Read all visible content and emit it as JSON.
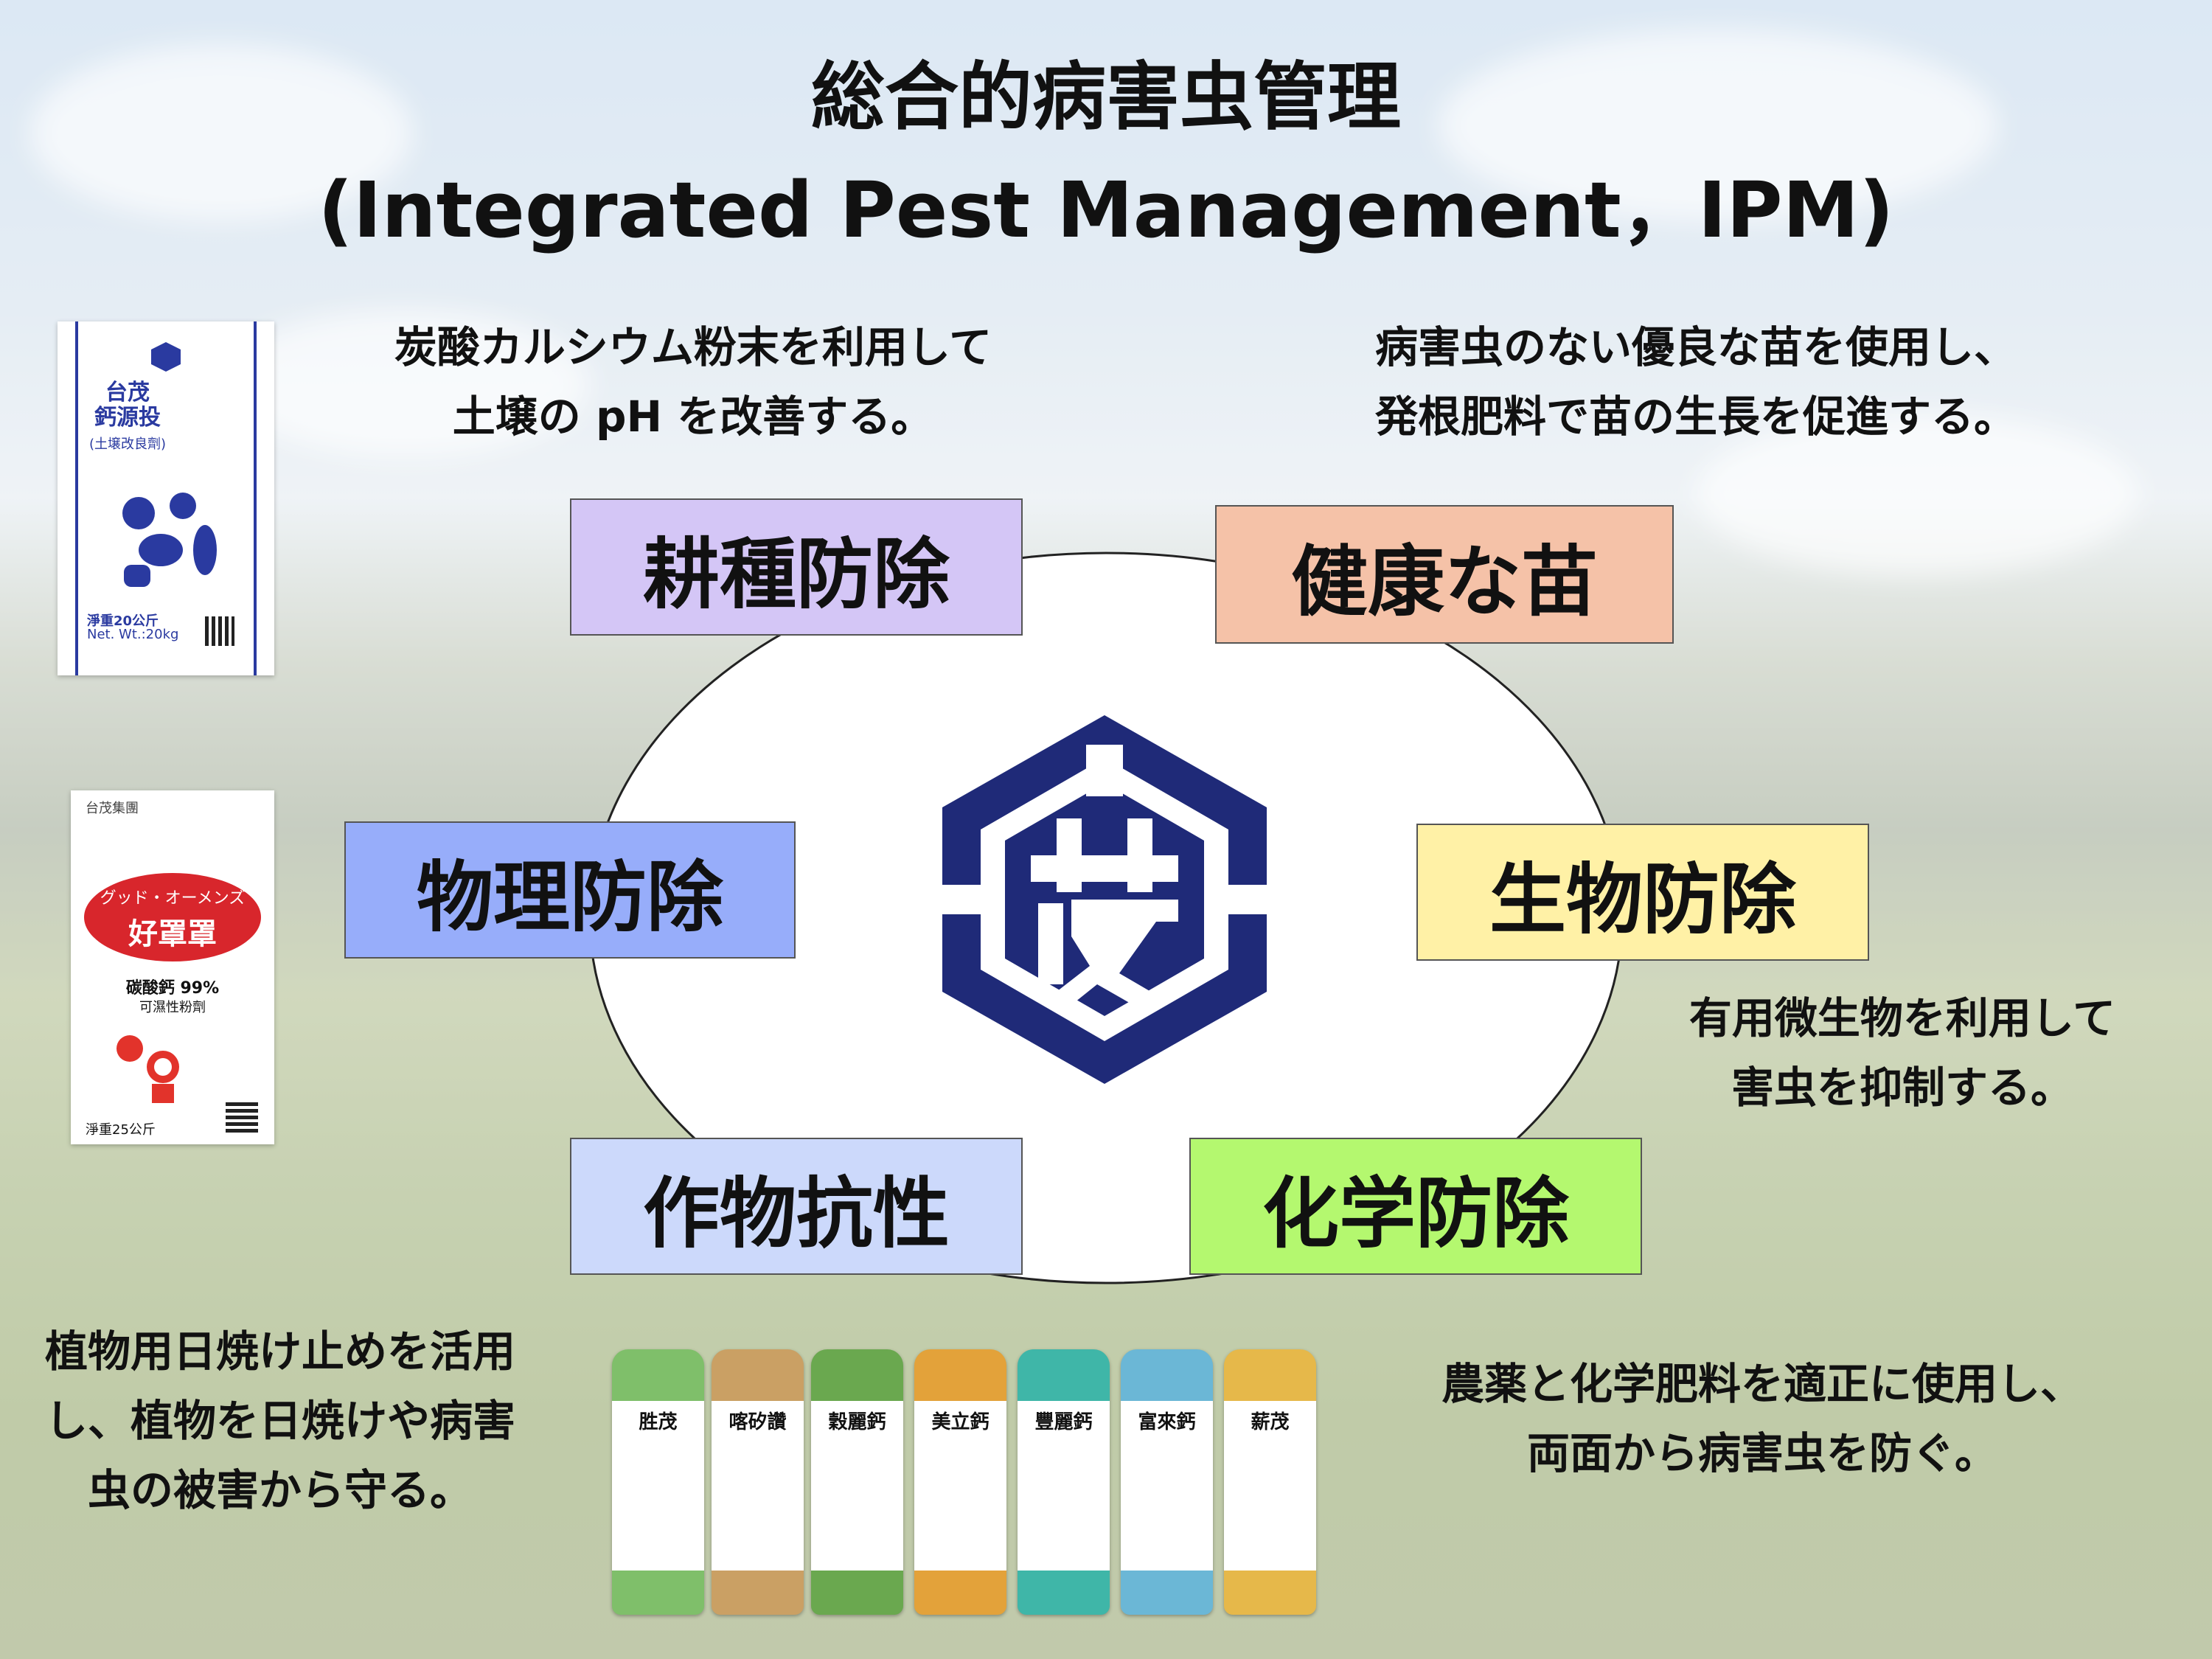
{
  "title": {
    "line1": "総合的病害虫管理",
    "line2": "(Integrated Pest Management，IPM)"
  },
  "captions": {
    "top_left": [
      "炭酸カルシウム粉末を利用して",
      "土壌の pH を改善する。"
    ],
    "top_right": [
      "病害虫のない優良な苗を使用し、",
      "発根肥料で苗の生長を促進する。"
    ],
    "mid_right": [
      "有用微生物を利用して",
      "害虫を抑制する。"
    ],
    "bottom_left": [
      "植物用日焼け止めを活用",
      "し、植物を日焼けや病害",
      "虫の被害から守る。"
    ],
    "bottom_right": [
      "農薬と化学肥料を適正に使用し、",
      "両面から病害虫を防ぐ。"
    ]
  },
  "boxes": [
    {
      "label": "耕種防除",
      "color": "#d4c6f6"
    },
    {
      "label": "健康な苗",
      "color": "#f5c2a8"
    },
    {
      "label": "物理防除",
      "color": "#97adfa"
    },
    {
      "label": "生物防除",
      "color": "#fff1a6"
    },
    {
      "label": "作物抗性",
      "color": "#ccd9fb"
    },
    {
      "label": "化学防除",
      "color": "#b4f86f"
    }
  ],
  "logo": {
    "color": "#1f2a78"
  },
  "products": {
    "bag1": {
      "brand": "台茂",
      "name": "鈣源投",
      "sub": "(土壌改良劑)",
      "vert": "台茂鈣源投(土壌改良劑)",
      "net": "淨重20公斤",
      "net_en": "Net. Wt.:20kg"
    },
    "bag2": {
      "group": "台茂集團",
      "name_kana": "グッド・オーメンズ",
      "name": "好罩罩",
      "content": "碳酸鈣 99%",
      "form": "可濕性粉劑",
      "net": "淨重25公斤"
    },
    "bottles": [
      {
        "name": "胜茂",
        "color": "#7fbf6a"
      },
      {
        "name": "喀矽讚",
        "color": "#caa064"
      },
      {
        "name": "穀麗鈣",
        "color": "#6aa84f"
      },
      {
        "name": "美立鈣",
        "color": "#e3a23a"
      },
      {
        "name": "豐麗鈣",
        "color": "#3fb6a8"
      },
      {
        "name": "富來鈣",
        "color": "#6bb7d6"
      },
      {
        "name": "薪茂",
        "color": "#e6b84a"
      }
    ]
  }
}
